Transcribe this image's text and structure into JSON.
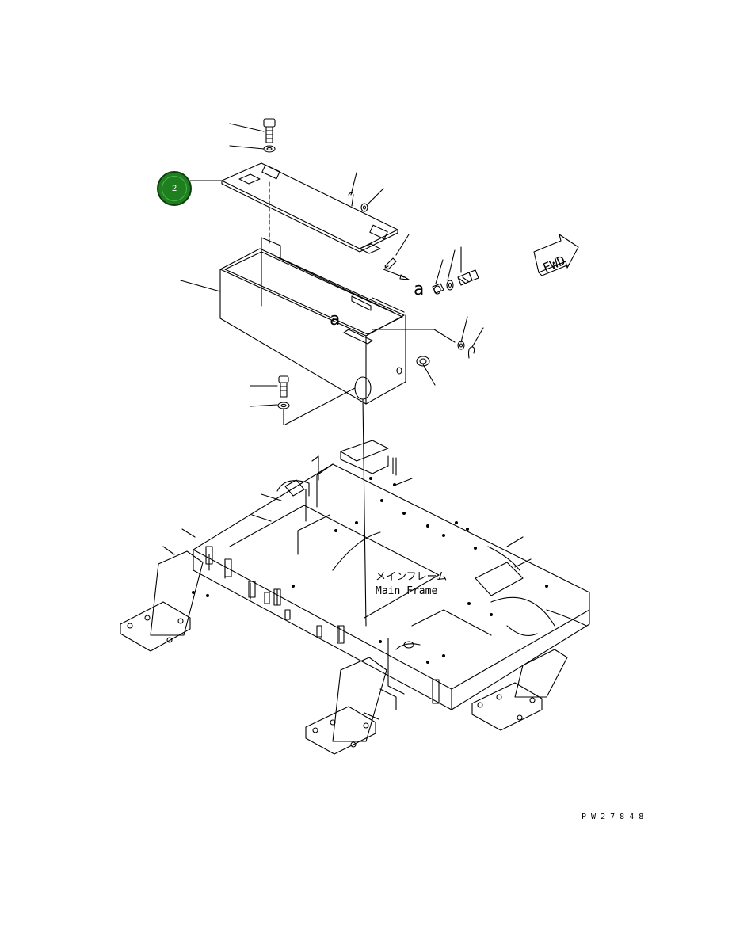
{
  "callouts": [
    {
      "number": "2"
    }
  ],
  "fwd_label": "FWD",
  "letters": {
    "a_right": "a",
    "a_box": "a"
  },
  "main_frame_jp": "メインフレーム",
  "main_frame_en": "Main Frame",
  "drawing_code": "P W 2 7 8 4 8",
  "colors": {
    "callout_fill": "#1e7f1e",
    "line": "#000000",
    "background": "#ffffff"
  }
}
